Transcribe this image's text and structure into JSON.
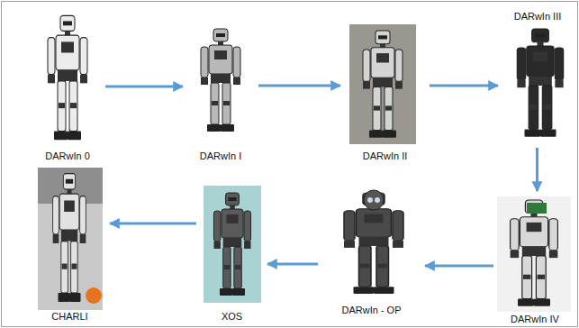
{
  "diagram": {
    "nodes": [
      {
        "text": [
          "DARwIn 0"
        ]
      },
      {
        "text": [
          "DARwIn I"
        ]
      },
      {
        "text": [
          "DARwIn II"
        ]
      },
      {
        "text": [
          "DARwIn III"
        ]
      },
      {
        "text": [
          "DARwIn IV"
        ]
      },
      {
        "text": [
          "DARwIn - OP"
        ]
      },
      {
        "text": [
          "XOS"
        ]
      },
      {
        "text": [
          "CHARLI"
        ]
      }
    ],
    "edges": [
      {
        "from": 0,
        "to": 1,
        "arrow": "to"
      },
      {
        "from": 1,
        "to": 2,
        "arrow": "to"
      },
      {
        "from": 2,
        "to": 3,
        "arrow": "to"
      },
      {
        "from": 3,
        "to": 4,
        "arrow": "to"
      },
      {
        "from": 4,
        "to": 5,
        "arrow": "to"
      },
      {
        "from": 5,
        "to": 6,
        "arrow": "to"
      },
      {
        "from": 6,
        "to": 7,
        "arrow": "to"
      }
    ]
  }
}
